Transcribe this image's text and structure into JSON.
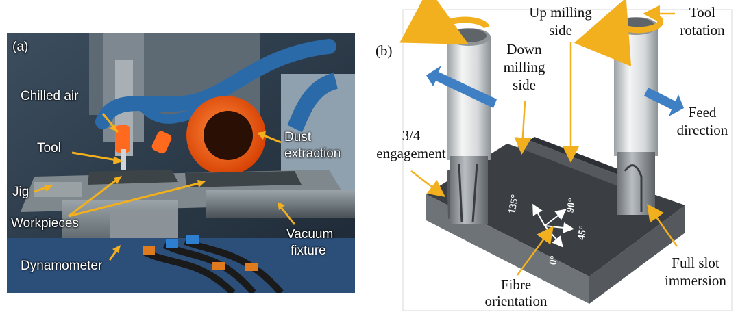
{
  "panel_a": {
    "tag": "(a)",
    "labels": {
      "chilled_air": "Chilled air",
      "tool": "Tool",
      "dust_extraction": [
        "Dust",
        "extraction"
      ],
      "jig": "Jig",
      "workpieces": "Workpieces",
      "vacuum_fixture": [
        "Vacuum",
        "fixture"
      ],
      "dynamometer": "Dynamometer"
    }
  },
  "panel_b": {
    "tag": "(b)",
    "labels": {
      "up_milling": [
        "Up milling",
        "side"
      ],
      "down_milling": [
        "Down",
        "milling",
        "side"
      ],
      "tool_rotation": [
        "Tool",
        "rotation"
      ],
      "feed_direction": [
        "Feed",
        "direction"
      ],
      "engagement": [
        "3/4",
        "engagement"
      ],
      "fibre_orientation": [
        "Fibre",
        "orientation"
      ],
      "full_slot": [
        "Full slot",
        "immersion"
      ]
    },
    "angles": [
      "0°",
      "45°",
      "90°",
      "135°"
    ]
  },
  "colors": {
    "arrow_yellow": "#f2b01e",
    "feed_blue": "#3f7fc4",
    "orange_hose": "#ff5a14"
  }
}
